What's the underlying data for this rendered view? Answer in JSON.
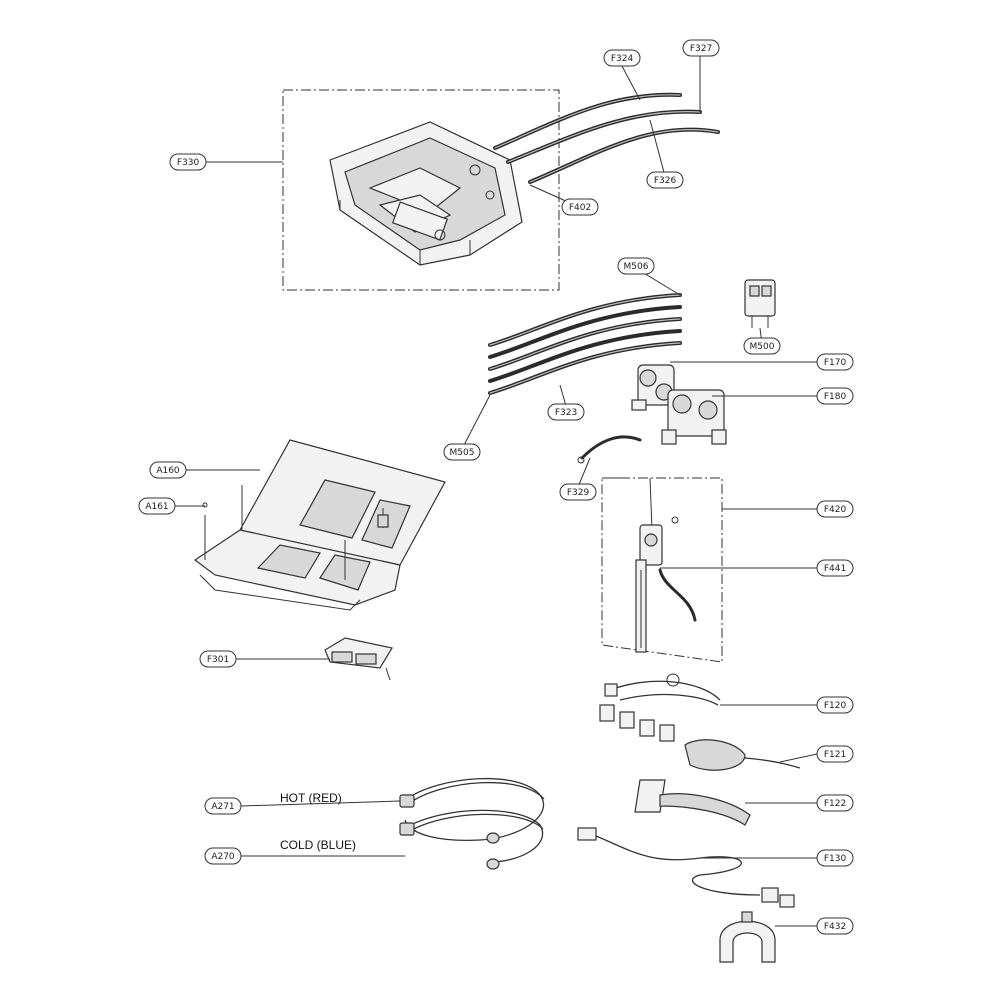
{
  "callouts": {
    "f330": "F330",
    "f324": "F324",
    "f327": "F327",
    "f326": "F326",
    "f402": "F402",
    "m506": "M506",
    "m500": "M500",
    "f170": "F170",
    "f180": "F180",
    "f323": "F323",
    "m505": "M505",
    "f329": "F329",
    "f420": "F420",
    "f441": "F441",
    "a160": "A160",
    "a161": "A161",
    "f301": "F301",
    "f120": "F120",
    "f121": "F121",
    "f122": "F122",
    "f130": "F130",
    "f432": "F432",
    "a271": "A271",
    "a270": "A270"
  },
  "captions": {
    "hot": "HOT (RED)",
    "cold": "COLD (BLUE)"
  }
}
